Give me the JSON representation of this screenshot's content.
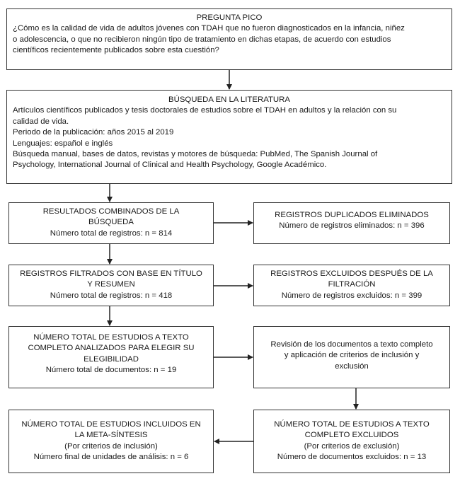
{
  "pico": {
    "title": "PREGUNTA PICO",
    "lines": [
      "¿Cómo es la calidad de vida de adultos jóvenes con TDAH que no fueron diagnosticados en la infancia, niñez",
      "o adolescencia, o que no recibieron ningún tipo de tratamiento en dichas etapas, de acuerdo con estudios",
      "científicos recientemente publicados sobre esta cuestión?"
    ]
  },
  "search": {
    "title": "BÚSQUEDA EN LA LITERATURA",
    "lines": [
      "Artículos científicos publicados y tesis doctorales de estudios sobre el TDAH en adultos y la relación con su",
      "calidad de vida.",
      "Periodo de la publicación: años 2015 al 2019",
      "Lenguajes: español e inglés",
      "Búsqueda manual, bases de datos, revistas y motores de búsqueda: PubMed, The Spanish Journal of",
      "Psychology, International Journal of Clinical and Health Psychology, Google Académico."
    ]
  },
  "combined": {
    "title_lines": [
      "RESULTADOS COMBINADOS DE LA",
      "BÚSQUEDA"
    ],
    "detail": "Número total de registros: n = 814"
  },
  "duplicates": {
    "title_lines": [
      "REGISTROS DUPLICADOS ELIMINADOS"
    ],
    "detail": "Número de registros eliminados: n = 396"
  },
  "filtered": {
    "title_lines": [
      "REGISTROS FILTRADOS  CON BASE EN TÍTULO",
      "Y RESUMEN"
    ],
    "detail": "Número total de registros: n = 418"
  },
  "excluded_after": {
    "title_lines": [
      "REGISTROS EXCLUIDOS DESPUÉS DE LA",
      "FILTRACIÓN"
    ],
    "detail": "Número de registros  excluidos: n = 399"
  },
  "fulltext": {
    "title_lines": [
      "NÚMERO TOTAL DE ESTUDIOS A TEXTO",
      "COMPLETO ANALIZADOS PARA ELEGIR SU",
      "ELEGIBILIDAD"
    ],
    "detail": "Número total de documentos: n = 19"
  },
  "review": {
    "lines": [
      "Revisión de los documentos a texto completo",
      "y aplicación de criterios de inclusión y",
      "exclusión"
    ]
  },
  "included": {
    "title_lines": [
      "NÚMERO TOTAL DE ESTUDIOS INCLUIDOS EN",
      "LA META-SÍNTESIS"
    ],
    "criteria": "(Por criterios de inclusión)",
    "detail": "Número final de unidades de análisis: n = 6"
  },
  "excluded_full": {
    "title_lines": [
      "NÚMERO TOTAL DE ESTUDIOS A TEXTO",
      "COMPLETO EXCLUIDOS"
    ],
    "criteria": "(Por criterios de exclusión)",
    "detail": "Número de documentos excluidos: n = 13"
  }
}
